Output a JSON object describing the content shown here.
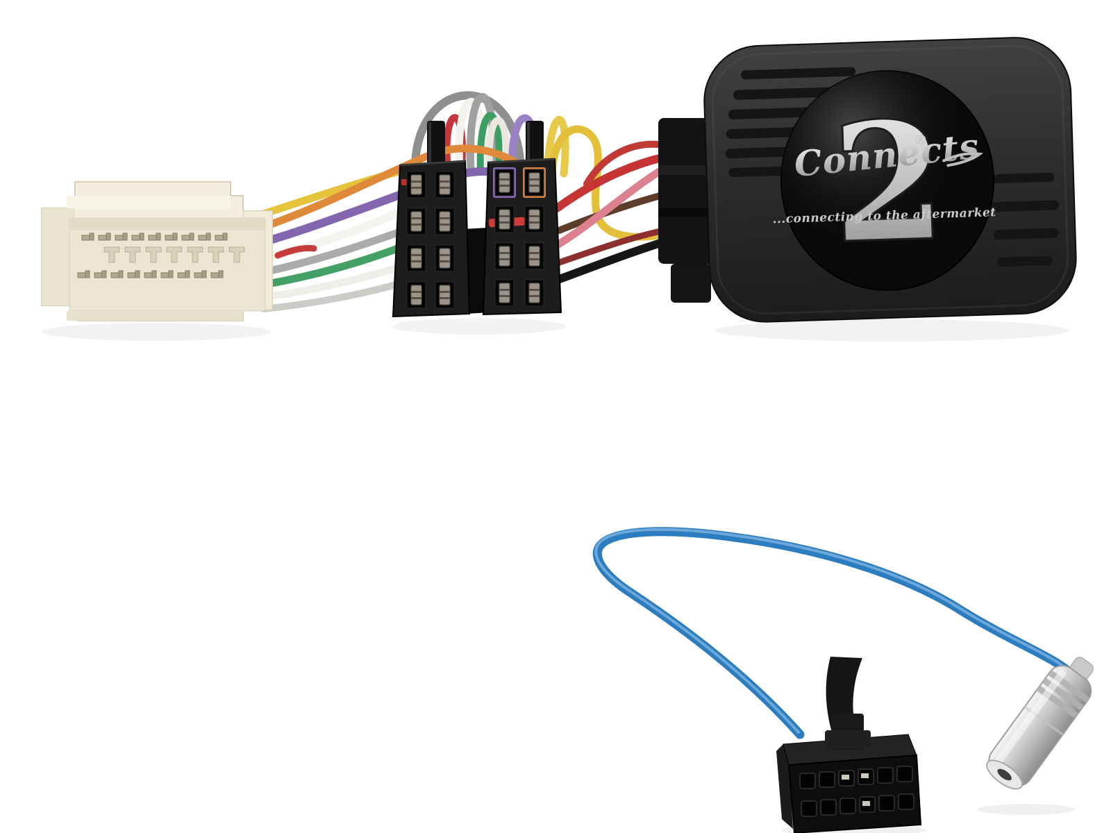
{
  "scene": {
    "background_color": "#ffffff",
    "logo": {
      "script": "Connects",
      "numeral": "2",
      "registered": "®",
      "tagline": "...connecting to the aftermarket",
      "silver": "#c9c9c9"
    },
    "palette": {
      "vehicle_connector_body": "#f3eedf",
      "vehicle_connector_cavity": "#ece5d2",
      "iso_body": "#1d1d1d",
      "iso_stub": "#111111",
      "pin_metal": "#a89f8d",
      "peg_plastic": "#d9d2bb",
      "box_body_dark": "#262626",
      "box_ribs": "#151515",
      "logo_disc": "#0a0a0a",
      "molex_body": "#0e0e0e",
      "molex_top": "#242424",
      "antenna_silver": "#d6d6d6",
      "patch_blue": "#2b7dc0",
      "patch_blue_highlight": "#7db3e0",
      "black_wire": "#161616"
    },
    "left_harness_wires": [
      {
        "name": "yellow",
        "color": "#e5c43c"
      },
      {
        "name": "orange",
        "color": "#df8a3a"
      },
      {
        "name": "purple",
        "color": "#8466ae"
      },
      {
        "name": "white",
        "color": "#f4f3ee"
      },
      {
        "name": "grey",
        "color": "#ababab"
      },
      {
        "name": "green",
        "color": "#43a066"
      },
      {
        "name": "white-2",
        "color": "#efeee8"
      },
      {
        "name": "grey-2",
        "color": "#cbcbc8"
      },
      {
        "name": "red-short",
        "color": "#c53c3c"
      }
    ],
    "loop_wires": [
      {
        "name": "grey-large",
        "color": "#8f8f8f"
      },
      {
        "name": "red",
        "color": "#c6373b"
      },
      {
        "name": "white",
        "color": "#f2f1ec"
      },
      {
        "name": "grey",
        "color": "#a0a0a0"
      },
      {
        "name": "green",
        "color": "#3d9e63"
      },
      {
        "name": "white-2",
        "color": "#e9e7e0"
      },
      {
        "name": "purple",
        "color": "#9b82c4"
      },
      {
        "name": "yellow",
        "color": "#e8c94a"
      }
    ],
    "right_harness_wires": [
      {
        "name": "yellow",
        "color": "#e3bf3a"
      },
      {
        "name": "dark-red",
        "color": "#8e2f2f"
      },
      {
        "name": "brown",
        "color": "#5d3d2a"
      },
      {
        "name": "red",
        "color": "#c63434"
      },
      {
        "name": "pink",
        "color": "#dd8090"
      },
      {
        "name": "black",
        "color": "#161616"
      },
      {
        "name": "red-top",
        "color": "#c23a36"
      }
    ],
    "accents": {
      "iso_orange_terminal": "#d98141",
      "iso_red_terminal": "#cf3a3a",
      "iso_purple_terminal": "#8a6cb5",
      "iso_red_dot": "#b83030"
    }
  }
}
